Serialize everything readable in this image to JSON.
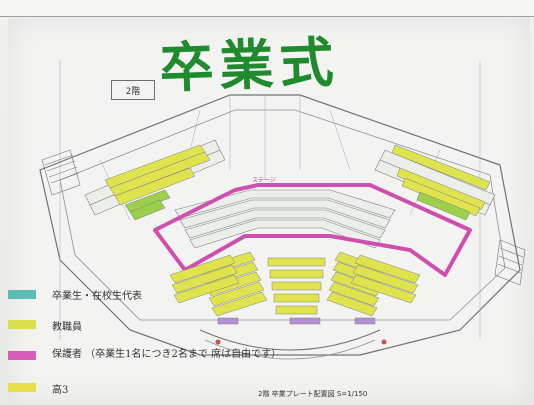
{
  "image": {
    "title": "卒業式",
    "floor_label": "2階",
    "stage_label": "ステージ",
    "footer_caption": "2階 卒業プレート配置図    S=1/150",
    "legend": [
      {
        "label": "卒業生・在校生代表",
        "color": "#5bbcb6"
      },
      {
        "label": "教職員",
        "color": "#d9e04a"
      },
      {
        "label": "保護者 （卒業生1名につき2名まで 席は自由です）",
        "color": "#d55fb6"
      },
      {
        "label": "高3",
        "color": "#e7e04a"
      }
    ]
  },
  "colors": {
    "title_green": "#1f8a2e",
    "yellow_seat": "#dfe34e",
    "magenta_outline": "#d04fae",
    "green_seat": "#9ccf4a",
    "lines": "#6e7378"
  }
}
